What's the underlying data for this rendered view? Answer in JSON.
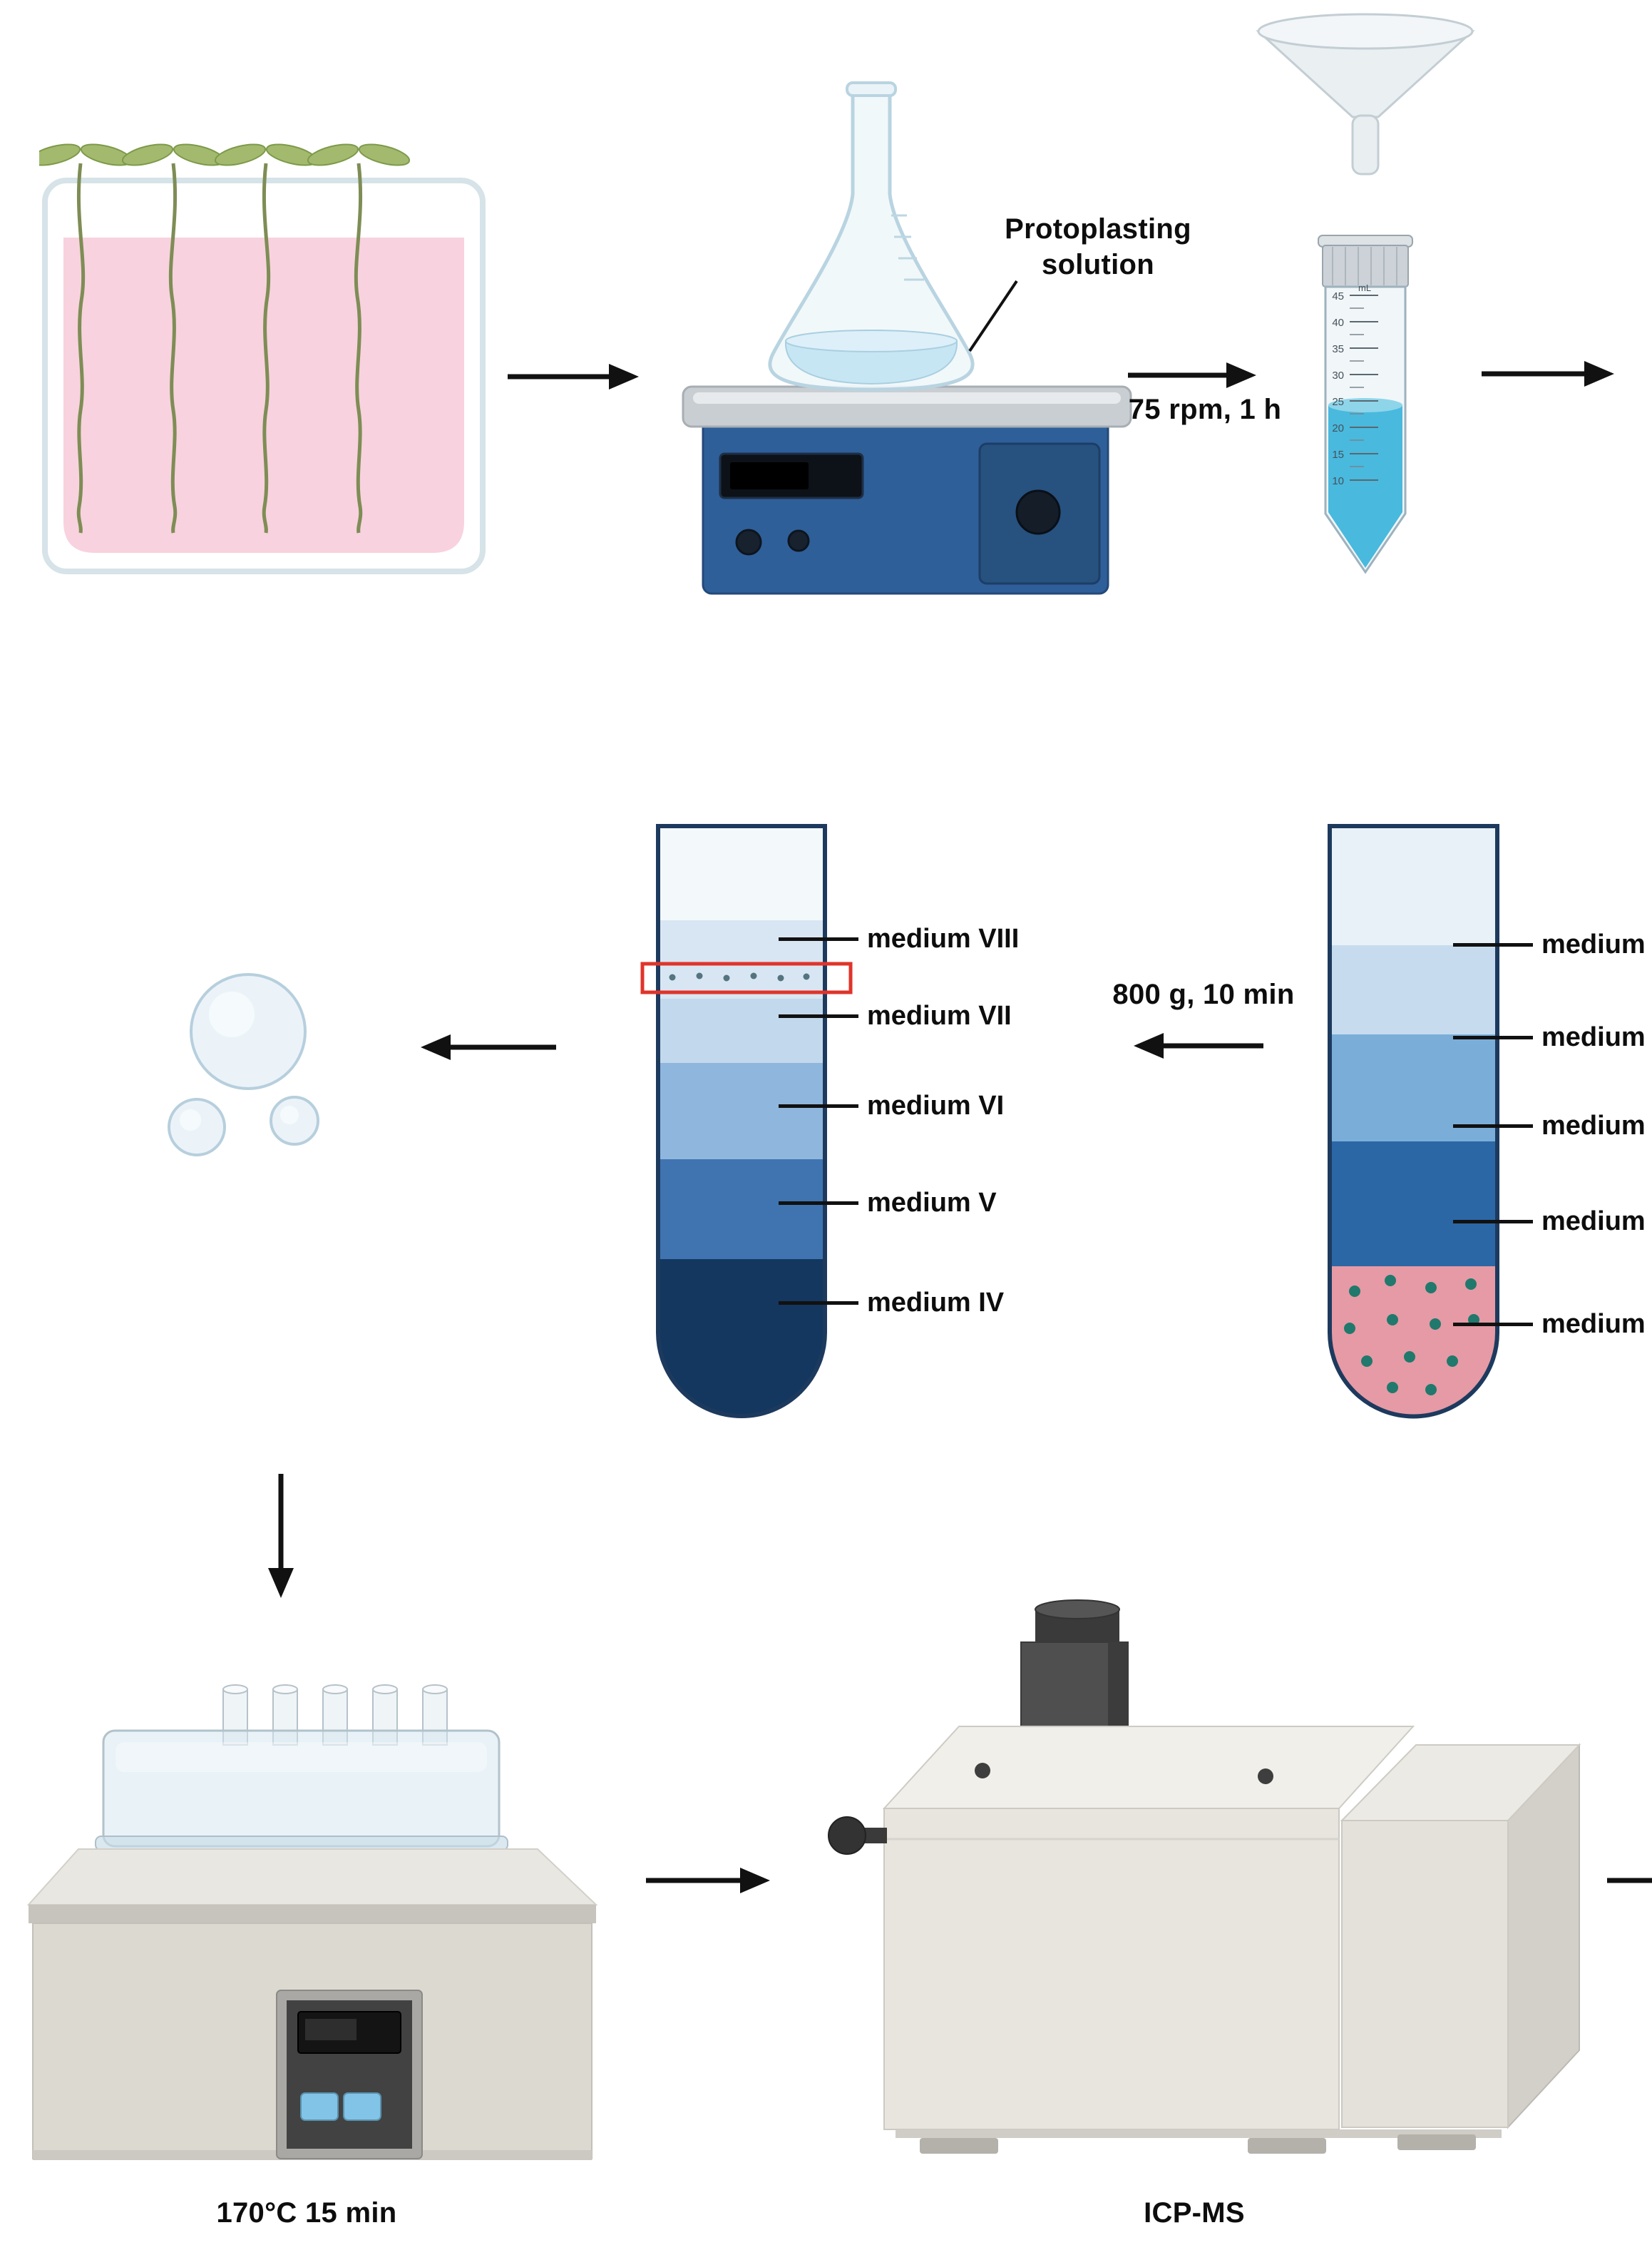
{
  "arrow_color": "#111111",
  "labels": {
    "flask_pointer": "Protoplasting\nsolution",
    "shaking": "75 rpm, 1 h",
    "centrifugation": "800 g, 10 min",
    "digestion": "170°C 15 min",
    "instrument": "ICP-MS"
  },
  "seedling_tray": {
    "solution_color": "#f8d2de",
    "leaf_color": "#a3ba6e"
  },
  "flask": {
    "liquid_color": "#c7e6f4"
  },
  "stirrer": {
    "body_color": "#2f5f99"
  },
  "conical_tube": {
    "unit": "mL",
    "graduations": [
      "45",
      "40",
      "35",
      "30",
      "25",
      "20",
      "15",
      "10"
    ],
    "liquid_color": "#49b9de"
  },
  "density_tube_after_centrifugation": {
    "media": [
      "medium VIII",
      "medium VII",
      "medium VI",
      "medium V",
      "medium IV"
    ],
    "band_colors": [
      "#f3f8fb",
      "#d8e6f3",
      "#c2d8ec",
      "#8fb6dd",
      "#3f74b0",
      "#14375f"
    ],
    "highlight_box_color": "#e0342b"
  },
  "density_tube_before_centrifugation": {
    "media": [
      "medium",
      "medium",
      "medium",
      "medium",
      "medium"
    ],
    "band_colors": [
      "#e9f1f8",
      "#c6dcee",
      "#7aaed9",
      "#2c67a5",
      "#e59aa5"
    ],
    "cell_dot_color": "#20796c"
  },
  "protoplasts": {
    "fill_color": "#ebf3f9"
  },
  "water_bath": {
    "body_color": "#dcd9d1",
    "button_color": "#82c4e7"
  },
  "icpms": {
    "body_color": "#e7e5de",
    "dark_color": "#4f4f4f"
  }
}
